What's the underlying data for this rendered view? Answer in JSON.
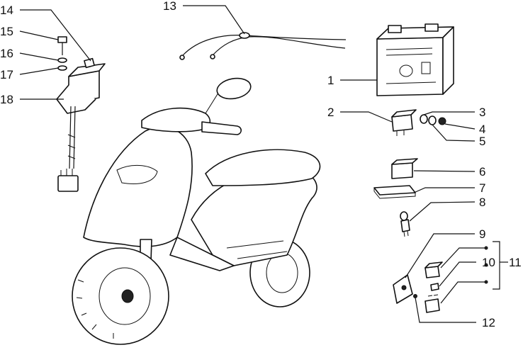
{
  "diagram": {
    "callouts": [
      "1",
      "2",
      "3",
      "4",
      "5",
      "6",
      "7",
      "8",
      "9",
      "10",
      "11",
      "12",
      "13",
      "14",
      "15",
      "16",
      "17",
      "18"
    ]
  },
  "icons": {
    "scooter": "scooter-drawing",
    "battery": "battery-drawing",
    "cable": "cable-harness-drawing"
  }
}
